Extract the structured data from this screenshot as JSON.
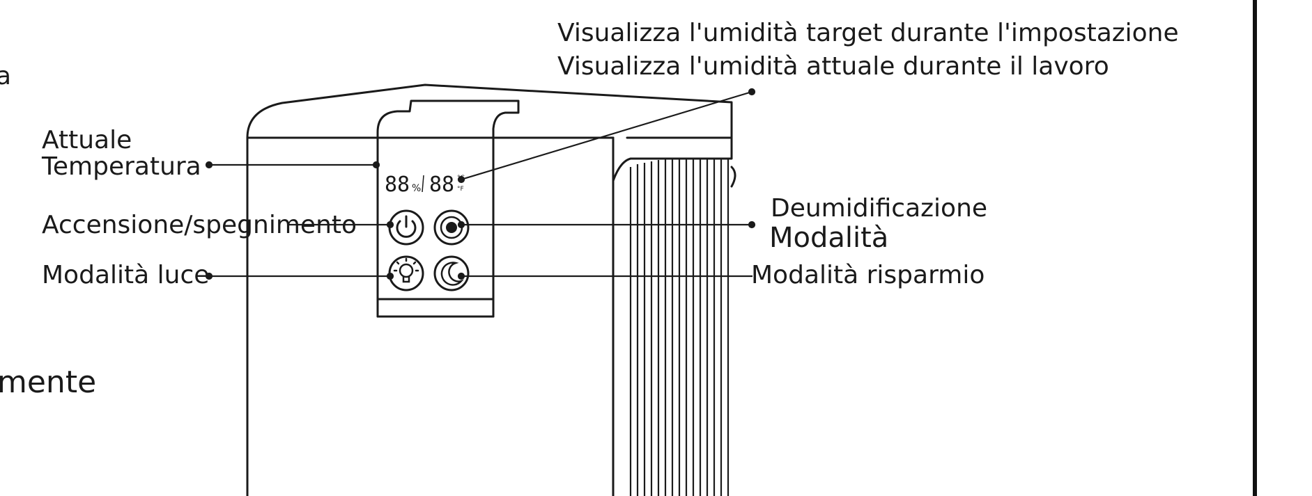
{
  "colors": {
    "line": "#1a1a1a",
    "background": "#ffffff"
  },
  "labels": {
    "target_humidity": "Visualizza l'umidità target durante l'impostazione",
    "current_humidity": "Visualizza l'umidità attuale durante il lavoro",
    "temperature_line1": "Attuale",
    "temperature_line2": "Temperatura",
    "power": "Accensione/spegnimento",
    "light_mode": "Modalità luce",
    "dehumidify_line1": "Deumidificazione",
    "dehumidify_line2": "Modalità",
    "saving_mode": "Modalità risparmio",
    "cut_left_top": "a",
    "cut_left_bottom": "mente"
  },
  "display": {
    "humidity_digits": "88",
    "humidity_unit": "%",
    "temperature_digits": "88",
    "temperature_unit_top": "°C",
    "temperature_unit_bottom": "°F"
  },
  "icons": [
    "power-icon",
    "fan-icon",
    "light-bulb-icon",
    "moon-icon"
  ]
}
